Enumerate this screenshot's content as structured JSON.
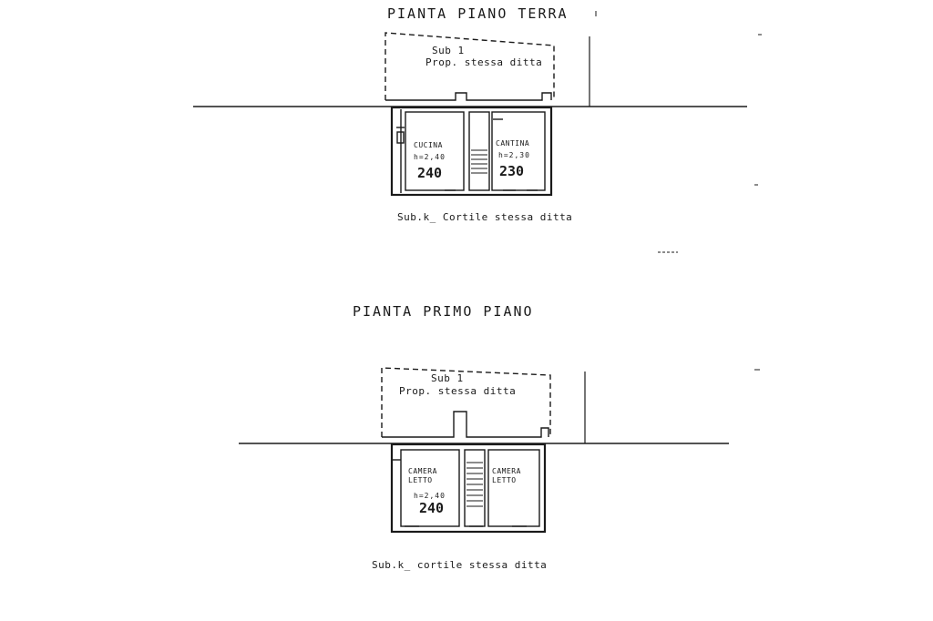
{
  "ground_floor": {
    "title": "PIANTA PIANO TERRA",
    "sub_label": "Sub 1",
    "sub_owner": "Prop. stessa ditta",
    "rooms": [
      {
        "name": "CUCINA",
        "height_label": "h=2,40",
        "dim": "240"
      },
      {
        "name": "CANTINA",
        "height_label": "h=2,30",
        "dim": "230"
      }
    ],
    "footer": "Sub.k_ Cortile stessa ditta"
  },
  "first_floor": {
    "title": "PIANTA PRIMO PIANO",
    "sub_label": "Sub 1",
    "sub_owner": "Prop. stessa ditta",
    "rooms": [
      {
        "name": "CAMERA LETTO",
        "height_label": "h=2,40",
        "dim": "240"
      },
      {
        "name": "CAMERA LETTO",
        "height_label": "",
        "dim": ""
      }
    ],
    "footer": "Sub.k_ cortile stessa ditta"
  },
  "colors": {
    "ink": "#1a1a1a",
    "paper": "#ffffff"
  }
}
